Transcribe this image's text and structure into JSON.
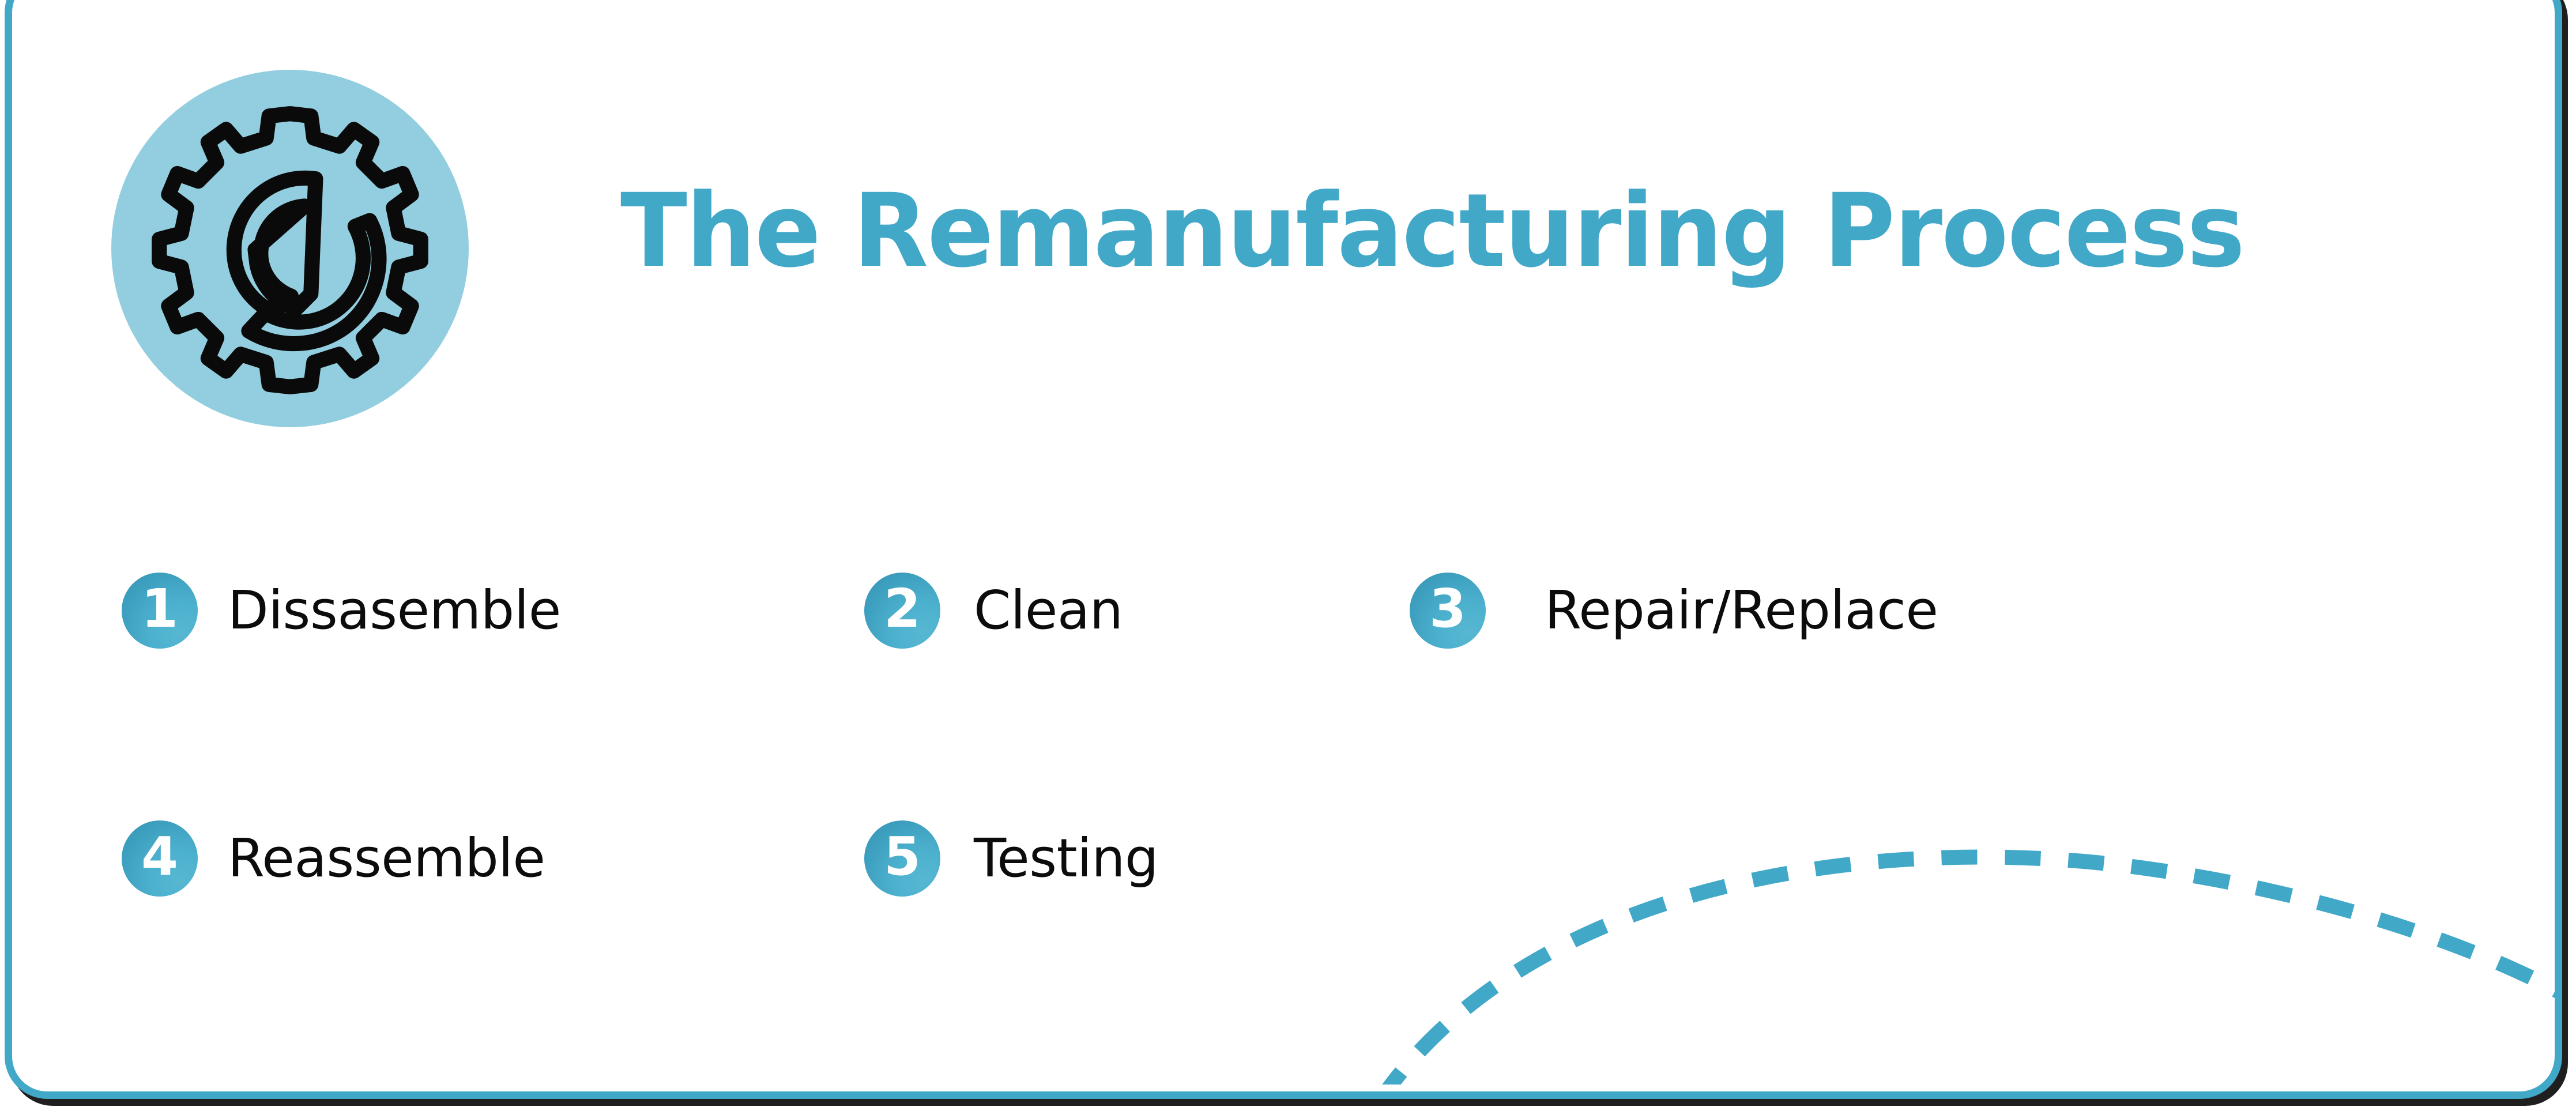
{
  "card": {
    "border_color": "#42a8c8",
    "background_color": "#ffffff"
  },
  "header": {
    "title": "The Remanufacturing Process",
    "title_color": "#42a8c8",
    "icon_name": "gear-wrench-icon",
    "icon_circle_color": "#92cedf",
    "icon_stroke_color": "#0a0a0a"
  },
  "steps": [
    {
      "number": "1",
      "label": "Dissasemble"
    },
    {
      "number": "2",
      "label": "Clean"
    },
    {
      "number": "3",
      "label": "Repair/Replace"
    },
    {
      "number": "4",
      "label": "Reassemble"
    },
    {
      "number": "5",
      "label": "Testing"
    }
  ],
  "step_badge": {
    "fill_color": "#4cb1ce",
    "number_color": "#ffffff"
  },
  "decoration": {
    "arc_name": "dashed-arc",
    "arc_color": "#42a8c8",
    "arc_style": "dashed"
  }
}
